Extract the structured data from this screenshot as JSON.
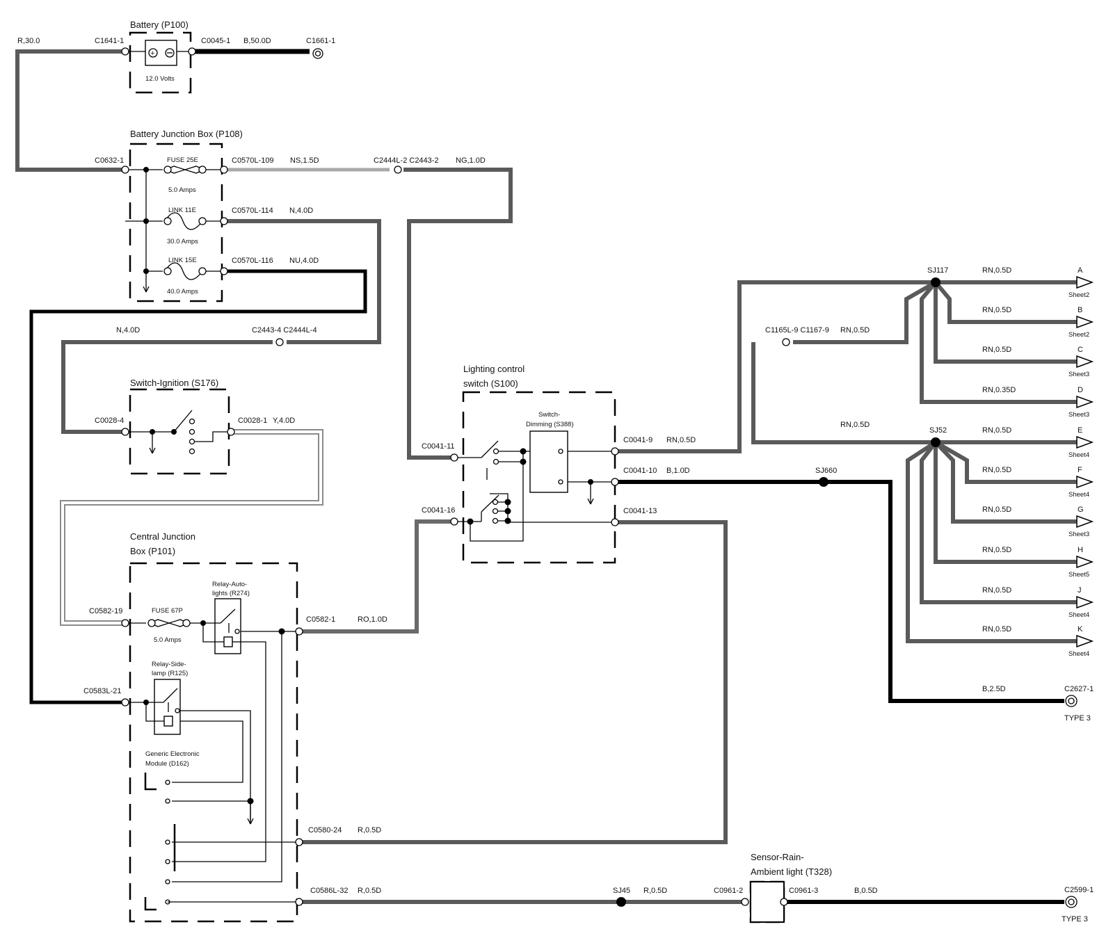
{
  "colors": {
    "wire_black": "#000000",
    "wire_grey": "#5a5a5a",
    "wire_light": "#a9a9a9",
    "background": "#ffffff"
  },
  "components": {
    "battery": {
      "title": "Battery (P100)",
      "rating": "12.0 Volts"
    },
    "battery_junction_box": {
      "title": "Battery Junction Box (P108)",
      "fuse_25e": "FUSE 25E",
      "fuse_25e_rating": "5.0 Amps",
      "link_11e": "LINK 11E",
      "link_11e_rating": "30.0 Amps",
      "link_15e": "LINK 15E",
      "link_15e_rating": "40.0 Amps"
    },
    "switch_ignition": {
      "title": "Switch-Ignition (S176)"
    },
    "lighting_control_switch": {
      "title_line1": "Lighting control",
      "title_line2": "switch (S100)"
    },
    "switch_dimming": {
      "line1": "Switch-",
      "line2": "Dimming (S388)"
    },
    "central_junction_box": {
      "title_line1": "Central Junction",
      "title_line2": "Box (P101)",
      "fuse_67p": "FUSE 67P",
      "fuse_67p_rating": "5.0 Amps",
      "relay_auto_lights_line1": "Relay-Auto-",
      "relay_auto_lights_line2": "lights (R274)",
      "relay_side_lamp_line1": "Relay-Side-",
      "relay_side_lamp_line2": "lamp (R125)",
      "gem_line1": "Generic Electronic",
      "gem_line2": "Module (D162)"
    },
    "sensor_rain": {
      "title_line1": "Sensor-Rain-",
      "title_line2": "Ambient light (T328)"
    }
  },
  "connectors": {
    "c1641_1": "C1641-1",
    "c0045_1": "C0045-1",
    "c1661_1": "C1661-1",
    "c0632_1": "C0632-1",
    "c0570l_109": "C0570L-109",
    "c0570l_114": "C0570L-114",
    "c0570l_116": "C0570L-116",
    "c2444l_2_c2443_2": "C2444L-2 C2443-2",
    "c2443_4_c2444l_4": "C2443-4 C2444L-4",
    "c0028_4": "C0028-4",
    "c0028_1": "C0028-1",
    "c0041_11": "C0041-11",
    "c0041_16": "C0041-16",
    "c0041_9": "C0041-9",
    "c0041_10": "C0041-10",
    "c0041_13": "C0041-13",
    "c1165l_9_c1167_9": "C1165L-9 C1167-9",
    "c0582_19": "C0582-19",
    "c0582_1": "C0582-1",
    "c0583l_21": "C0583L-21",
    "c0580_24": "C0580-24",
    "c0586l_32": "C0586L-32",
    "c0961_2": "C0961-2",
    "c0961_3": "C0961-3",
    "c2627_1": "C2627-1",
    "c2599_1": "C2599-1",
    "type3_a": "TYPE 3",
    "type3_b": "TYPE 3"
  },
  "splices": {
    "sj117": "SJ117",
    "sj52": "SJ52",
    "sj660": "SJ660",
    "sj45": "SJ45"
  },
  "wires": {
    "r_30": "R,30.0",
    "b_50": "B,50.0D",
    "ns_15": "NS,1.5D",
    "ng_10": "NG,1.0D",
    "n_40a": "N,4.0D",
    "nu_40": "NU,4.0D",
    "n_40b": "N,4.0D",
    "y_40": "Y,4.0D",
    "rn_05_s9": "RN,0.5D",
    "b_10": "B,1.0D",
    "rn_05_c1165": "RN,0.5D",
    "rn_05_sj52": "RN,0.5D",
    "ro_10": "RO,1.0D",
    "r_05_c0580": "R,0.5D",
    "r_05_c0586": "R,0.5D",
    "r_05_sj45": "R,0.5D",
    "b_05": "B,0.5D",
    "b_25": "B,2.5D"
  },
  "outputs": [
    {
      "wire": "RN,0.5D",
      "letter": "A",
      "sheet": "Sheet2"
    },
    {
      "wire": "RN,0.5D",
      "letter": "B",
      "sheet": "Sheet2"
    },
    {
      "wire": "RN,0.5D",
      "letter": "C",
      "sheet": "Sheet3"
    },
    {
      "wire": "RN,0.35D",
      "letter": "D",
      "sheet": "Sheet3"
    },
    {
      "wire": "RN,0.5D",
      "letter": "E",
      "sheet": "Sheet4"
    },
    {
      "wire": "RN,0.5D",
      "letter": "F",
      "sheet": "Sheet4"
    },
    {
      "wire": "RN,0.5D",
      "letter": "G",
      "sheet": "Sheet3"
    },
    {
      "wire": "RN,0.5D",
      "letter": "H",
      "sheet": "Sheet5"
    },
    {
      "wire": "RN,0.5D",
      "letter": "J",
      "sheet": "Sheet4"
    },
    {
      "wire": "RN,0.5D",
      "letter": "K",
      "sheet": "Sheet4"
    }
  ]
}
